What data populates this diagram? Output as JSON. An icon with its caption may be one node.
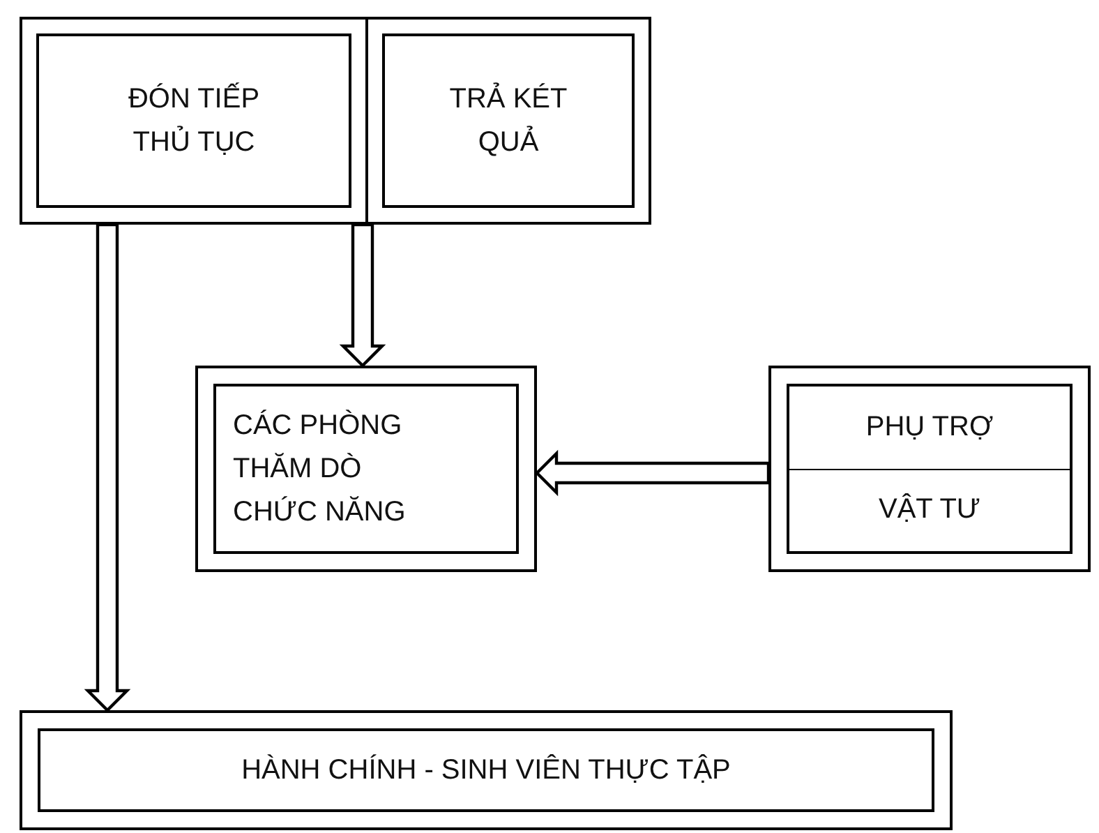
{
  "diagram": {
    "nodes": [
      {
        "text": [
          "ĐÓN TIẾP THỦ TỤC"
        ]
      },
      {
        "text": [
          "TRẢ KÉT QUẢ"
        ]
      },
      {
        "text": [
          "CÁC PHÒNG THĂM DÒ CHỨC NĂNG"
        ]
      },
      {
        "text": [
          "PHỤ TRỢ",
          "VẬT TƯ"
        ]
      },
      {
        "text": [
          "HÀNH CHÍNH - SINH VIÊN THỰC TẬP"
        ]
      }
    ],
    "edges": [
      {
        "from": 0,
        "to": 4,
        "arrow": "to"
      },
      {
        "from": 1,
        "to": 2,
        "arrow": "to"
      },
      {
        "from": 3,
        "to": 2,
        "arrow": "to"
      }
    ]
  }
}
